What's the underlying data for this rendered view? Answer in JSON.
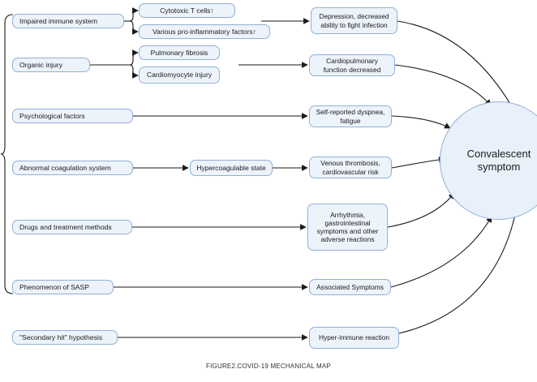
{
  "causes": [
    "Impaired immune system",
    "Organic injury",
    "Psychological factors",
    "Abnormal coagulation system",
    "Drugs and treatment methods",
    "Phenomenon of SASP",
    "\"Secondary hit\" hypothesis"
  ],
  "intermediates": [
    "Cytotoxic T cells↑",
    "Various pro-inflammatory factors↑",
    "Pulmonary fibrosis",
    "Cardiomyocyte injury",
    "Hypercoagulable state"
  ],
  "effects": [
    "Depression, decreased ability to fight infection",
    "Cardiopulmonary function decreased",
    "Self-reported dyspnea, fatigue",
    "Venous thrombosis, cardiovascular risk",
    "Arrhythmia, gastrointestinal symptoms and other adverse reactions",
    "Associated Symptoms",
    "Hyper-immune reaction"
  ],
  "outcome": "Convalescent symptom",
  "caption": "FIGURE2.COVID-19 MECHANICAL MAP",
  "colors": {
    "node_fill": "#edf3fb",
    "node_border": "#8fb0d8",
    "edge": "#1a1a1a"
  }
}
